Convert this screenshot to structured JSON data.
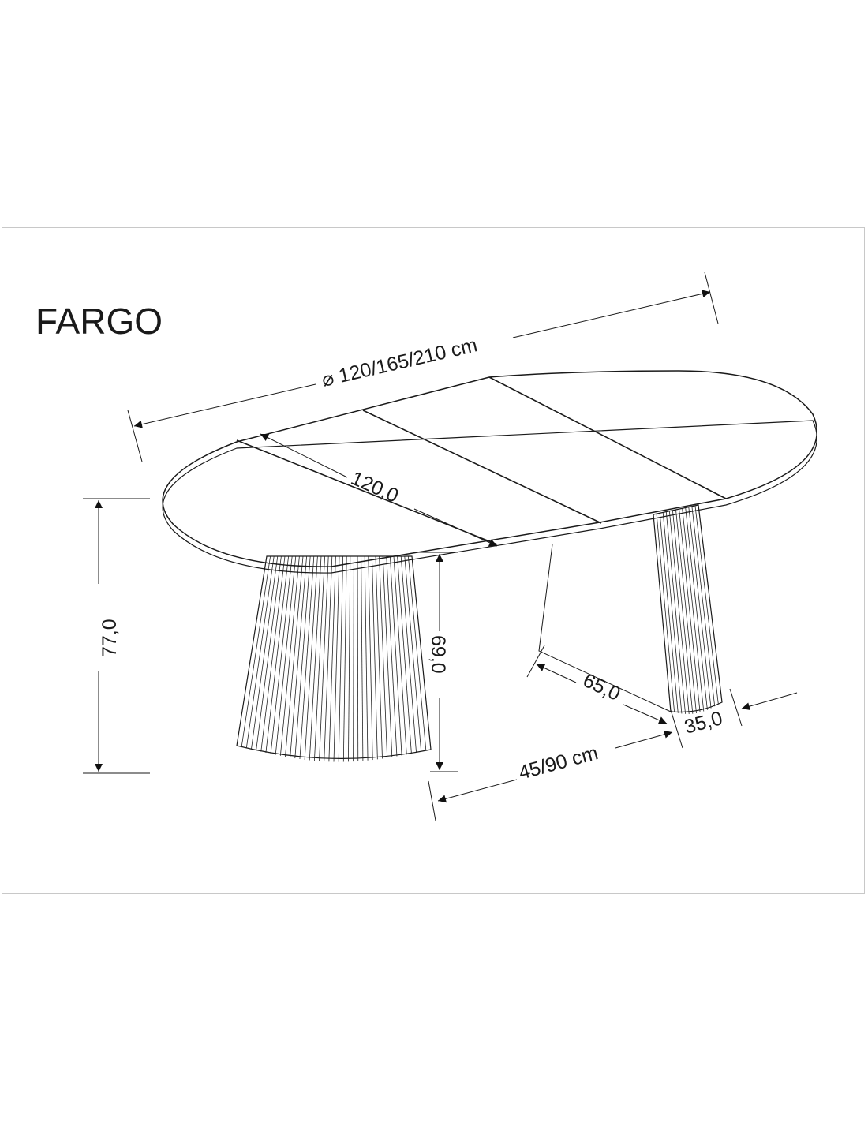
{
  "title": "FARGO",
  "dimensions": {
    "diameter": "⌀ 120/165/210 cm",
    "top_length": "120,0",
    "total_height": "77,0",
    "leg_height": "69,0",
    "base_depth": "65,0",
    "base_width": "35,0",
    "leg_spacing": "45/90 cm"
  }
}
